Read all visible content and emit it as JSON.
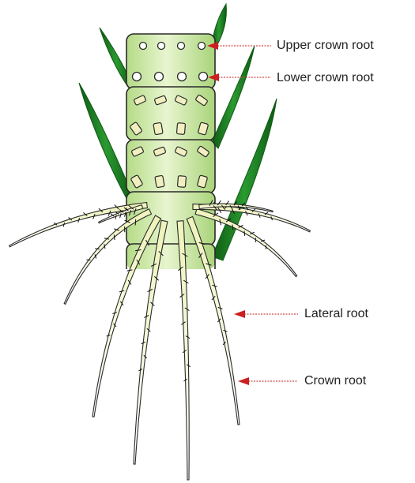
{
  "labels": {
    "upper_crown_root": "Upper crown root",
    "lower_crown_root": "Lower crown root",
    "lateral_root": "Lateral root",
    "crown_root": "Crown root"
  },
  "colors": {
    "leaf": "#1e7d24",
    "leaf_dark": "#0f5a14",
    "stem_light": "#e6f4c8",
    "stem_mid": "#a9d47a",
    "stem_outline": "#2a2a2a",
    "root_fill": "#f4f2c4",
    "root_outline": "#2a2a2a",
    "lateral_root_line": "#111111",
    "pointer_line": "#d04848",
    "pointer_arrow": "#cc1f1f"
  }
}
